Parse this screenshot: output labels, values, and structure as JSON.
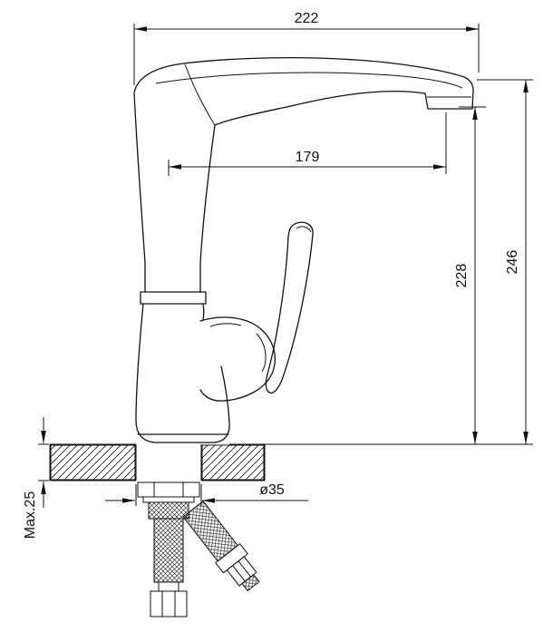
{
  "drawing": {
    "type": "technical-drawing",
    "background": "#ffffff",
    "line_color": "#111111",
    "dimensions": {
      "overall_width": "222",
      "spout_reach": "179",
      "spout_outlet_height": "228",
      "overall_height": "246",
      "mounting_hole_diameter": "ø35",
      "max_deck_thickness": "Max.25"
    }
  }
}
